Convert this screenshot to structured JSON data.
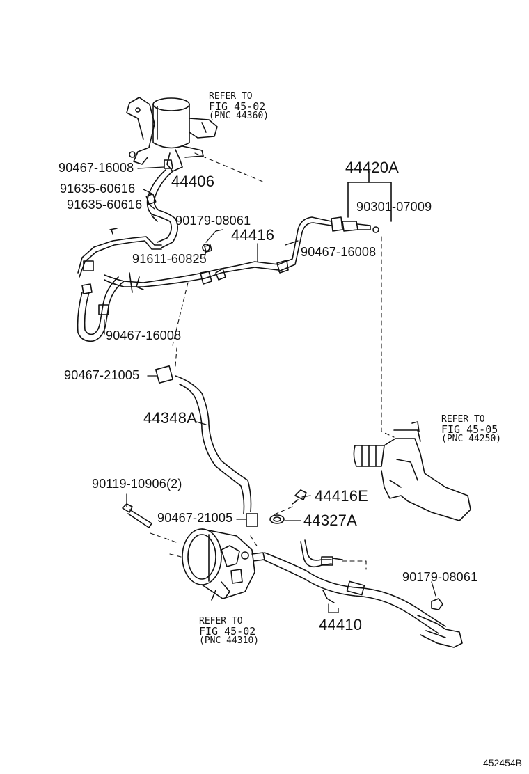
{
  "figure_id": "452454B",
  "references": [
    {
      "id": "ref-reservoir",
      "line1": "REFER TO",
      "line2": "FIG 45-02",
      "line3": "(PNC 44360)"
    },
    {
      "id": "ref-gear",
      "line1": "REFER TO",
      "line2": "FIG 45-05",
      "line3": "(PNC 44250)"
    },
    {
      "id": "ref-pump",
      "line1": "REFER TO",
      "line2": "FIG 45-02",
      "line3": "(PNC 44310)"
    }
  ],
  "parts": {
    "p_90467_16008_a": "90467-16008",
    "p_44406": "44406",
    "p_91635_60616_a": "91635-60616",
    "p_91635_60616_b": "91635-60616",
    "p_90179_08061_a": "90179-08061",
    "p_44416": "44416",
    "p_91611_60825": "91611-60825",
    "p_90467_16008_b": "90467-16008",
    "p_44420A": "44420A",
    "p_90301_07009": "90301-07009",
    "p_90467_16008_c": "90467-16008",
    "p_90467_21005_a": "90467-21005",
    "p_44348A": "44348A",
    "p_90119_10906": "90119-10906(2)",
    "p_90467_21005_b": "90467-21005",
    "p_44416E": "44416E",
    "p_44327A": "44327A",
    "p_90179_08061_b": "90179-08061",
    "p_44410": "44410"
  }
}
